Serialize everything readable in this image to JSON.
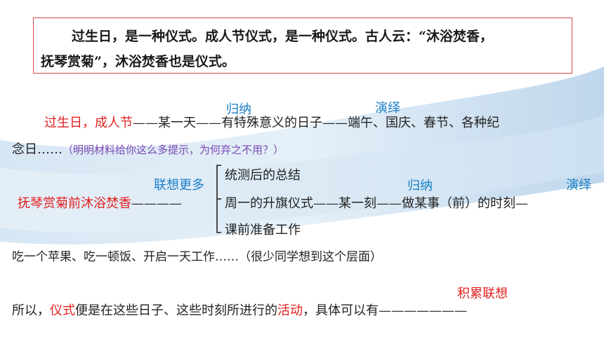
{
  "quote": {
    "line1": "过生日，是一种仪式。成人节仪式，是一种仪式。古人云：“沐浴焚香，",
    "line2": "抚琴赏菊”，沐浴焚香也是仪式。"
  },
  "labels": {
    "guina1": "归纳",
    "yanyi1": "演绎",
    "lianxiang": "联想更多",
    "guina2": "归纳",
    "yanyi2": "演绎",
    "jilei": "积累联想"
  },
  "line_birthday": {
    "red_part": "过生日，成人节",
    "rest": "——某一天——有特殊意义的日子——端午、国庆、春节、各种纪",
    "cont": "念日……",
    "note": "（明明材料给你这么多提示，为何弃之不用？）"
  },
  "line_guqin": {
    "red_part": "抚琴赏菊前沐浴焚香",
    "dash": "————",
    "item1": "统测后的总结",
    "item2": "周一的升旗仪式——某一刻——做某事（前）的时刻—",
    "item3": "课前准备工作"
  },
  "line_apple": "吃一个苹果、吃一顿饭、开启一天工作……（很少同学想到这个层面）",
  "line_conclusion": {
    "p1": "所以，",
    "red1": "仪式",
    "p2": "便是在这些日子、这些时刻所进行的",
    "red2": "活动",
    "p3": "，具体可以有———————"
  },
  "colors": {
    "accent_red": "#e02020",
    "label_blue": "#1a7fc6",
    "note_purple": "#7a47b3",
    "box_border": "#d24a4a"
  }
}
